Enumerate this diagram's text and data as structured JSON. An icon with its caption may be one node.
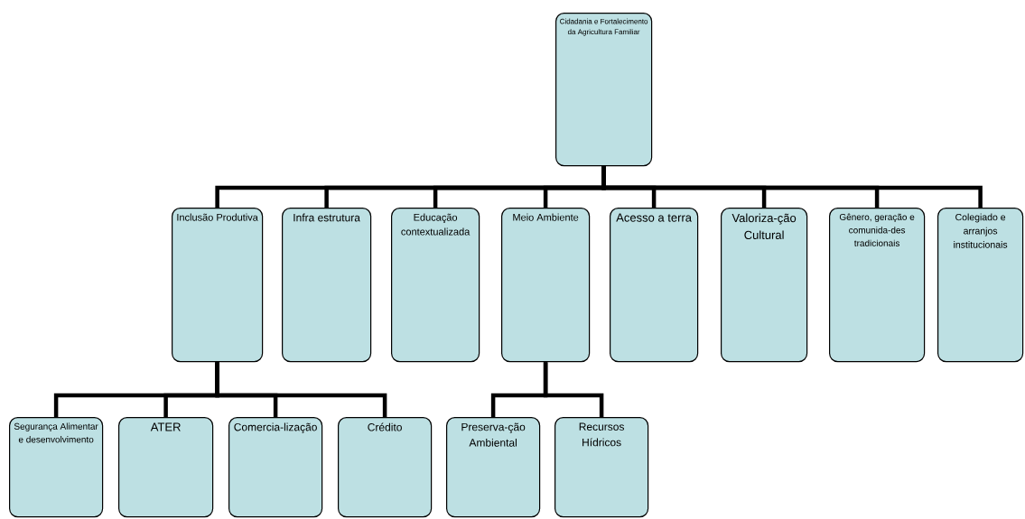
{
  "diagram": {
    "nodes": [
      {
        "text": [
          "Cidadania e Fortalecimento da Agricultura Familiar"
        ]
      },
      {
        "text": [
          "Inclusão Produtiva"
        ]
      },
      {
        "text": [
          "Infra estrutura"
        ]
      },
      {
        "text": [
          "Educação contextualizada"
        ]
      },
      {
        "text": [
          "Meio Ambiente"
        ]
      },
      {
        "text": [
          "Acesso a terra"
        ]
      },
      {
        "text": [
          "Valoriza-ção Cultural"
        ]
      },
      {
        "text": [
          "Gênero, geração e comunida-des tradicionais"
        ]
      },
      {
        "text": [
          "Colegiado e arranjos institucionais"
        ]
      },
      {
        "text": [
          "Segurança Alimentar e desenvolvimento"
        ]
      },
      {
        "text": [
          "ATER"
        ]
      },
      {
        "text": [
          "Comercia-lização"
        ]
      },
      {
        "text": [
          "Crédito"
        ]
      },
      {
        "text": [
          "Preserva-ção Ambiental"
        ]
      },
      {
        "text": [
          "Recursos Hídricos"
        ]
      }
    ],
    "edges": [
      {
        "from": 0,
        "to": 1,
        "arrow": "none"
      },
      {
        "from": 0,
        "to": 2,
        "arrow": "none"
      },
      {
        "from": 0,
        "to": 3,
        "arrow": "none"
      },
      {
        "from": 0,
        "to": 4,
        "arrow": "none"
      },
      {
        "from": 0,
        "to": 5,
        "arrow": "none"
      },
      {
        "from": 0,
        "to": 6,
        "arrow": "none"
      },
      {
        "from": 0,
        "to": 7,
        "arrow": "none"
      },
      {
        "from": 0,
        "to": 8,
        "arrow": "none"
      },
      {
        "from": 1,
        "to": 9,
        "arrow": "none"
      },
      {
        "from": 1,
        "to": 10,
        "arrow": "none"
      },
      {
        "from": 1,
        "to": 11,
        "arrow": "none"
      },
      {
        "from": 1,
        "to": 12,
        "arrow": "none"
      },
      {
        "from": 4,
        "to": 13,
        "arrow": "none"
      },
      {
        "from": 4,
        "to": 14,
        "arrow": "none"
      }
    ]
  }
}
